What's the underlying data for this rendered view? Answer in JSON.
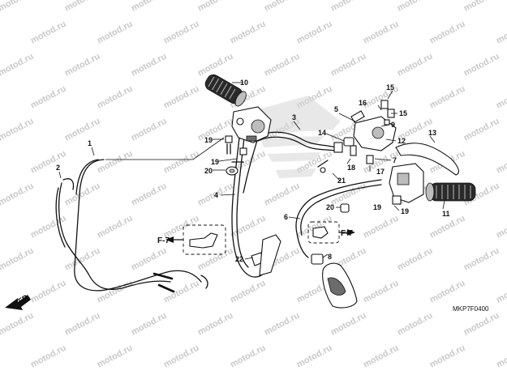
{
  "diagram": {
    "code": "MKP7F0400",
    "direction_label": "FR.",
    "watermark_text": "motod.ru",
    "callouts": [
      "1",
      "2",
      "3",
      "4",
      "5",
      "6",
      "7",
      "8",
      "9",
      "10",
      "11",
      "12",
      "13",
      "14",
      "15",
      "16",
      "17",
      "18",
      "19",
      "20",
      "21",
      "22"
    ],
    "refs": [
      "F-7",
      "F-7"
    ]
  }
}
